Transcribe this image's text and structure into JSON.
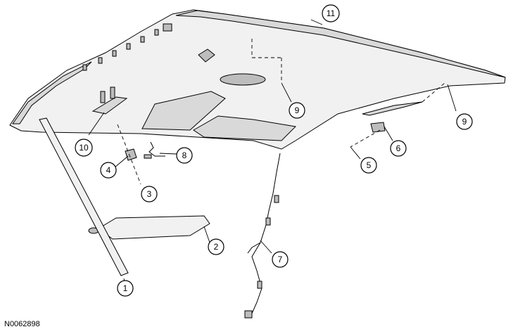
{
  "figure_id": "N0062898",
  "callouts": [
    {
      "label": "1"
    },
    {
      "label": "2"
    },
    {
      "label": "3"
    },
    {
      "label": "4"
    },
    {
      "label": "5"
    },
    {
      "label": "6"
    },
    {
      "label": "7"
    },
    {
      "label": "8"
    },
    {
      "label": "9"
    },
    {
      "label": "9"
    },
    {
      "label": "10"
    },
    {
      "label": "11"
    }
  ]
}
